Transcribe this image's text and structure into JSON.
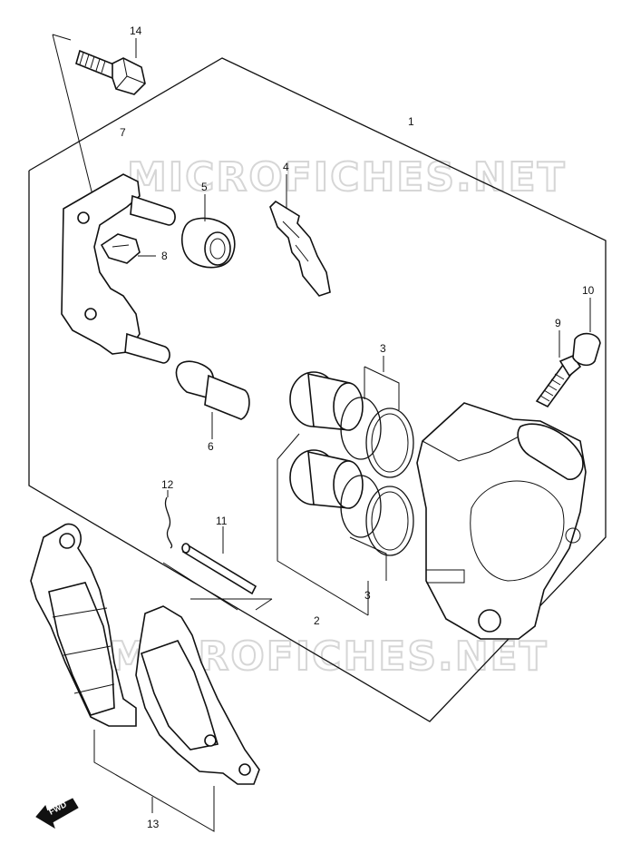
{
  "watermark": "MICROFICHES.NET",
  "fwd_label": "FWD",
  "callouts": {
    "p1": "1",
    "p2": "2",
    "p3a": "3",
    "p3b": "3",
    "p4": "4",
    "p5": "5",
    "p6": "6",
    "p7": "7",
    "p8": "8",
    "p9": "9",
    "p10": "10",
    "p11": "11",
    "p12": "12",
    "p13": "13",
    "p14": "14"
  },
  "colors": {
    "line": "#111111",
    "watermark": "#d6d6d6",
    "background": "#ffffff"
  }
}
